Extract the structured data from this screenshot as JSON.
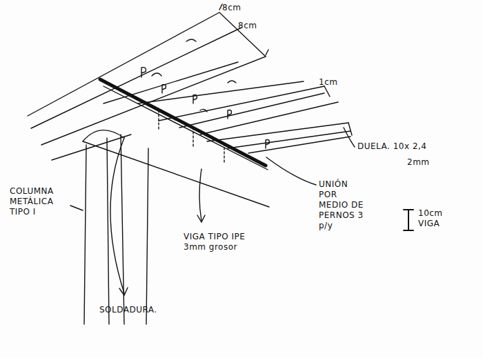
{
  "diagram": {
    "labels": [
      "8cm",
      "8cm",
      "1cm",
      "DUELA. 10x 2,4",
      "2mm",
      "UNIÓN POR MEDIO DE PERNOS 3 p/y",
      "10cm VIGA",
      "COLUMNA METÁLICA TIPO I",
      "VIGA TIPO IPE 3mm grosor",
      "SOLDADURA."
    ]
  }
}
